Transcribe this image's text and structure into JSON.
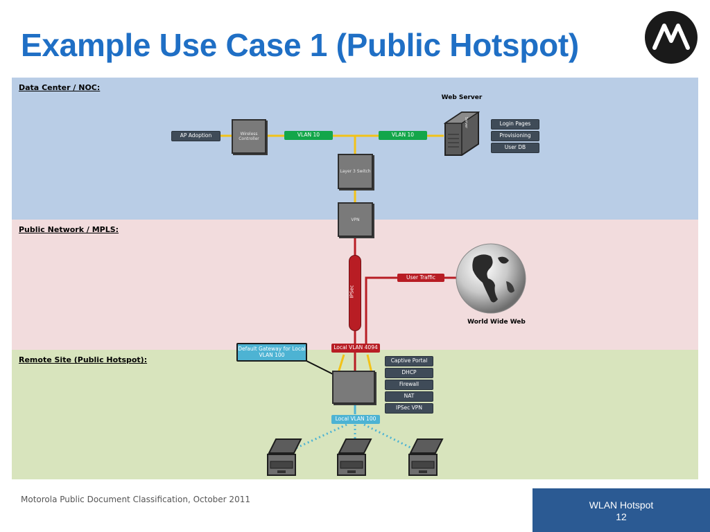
{
  "title": "Example Use Case 1 (Public Hotspot)",
  "zones": {
    "datacenter": "Data Center / NOC:",
    "public": "Public Network / MPLS:",
    "remote": "Remote Site (Public Hotspot):"
  },
  "datacenter": {
    "ap_adoption": "AP Adoption",
    "wireless_controller": "Wireless Controller",
    "vlan_left": "VLAN 10",
    "vlan_right": "VLAN 10",
    "switch": "Layer 3 Switch",
    "vpn": "VPN",
    "web_server_caption": "Web Server",
    "server_label": "Server",
    "services": [
      "Login Pages",
      "Provisioning",
      "User DB"
    ]
  },
  "public": {
    "tunnel_label": "IPSec",
    "user_traffic": "User Traffic",
    "www_caption": "World Wide Web"
  },
  "remote": {
    "gateway_note": "Default Gateway for Local VLAN 100",
    "local_vlan_4094": "Local VLAN 4094",
    "local_vlan_100": "Local VLAN 100",
    "features": [
      "Captive Portal",
      "DHCP",
      "Firewall",
      "NAT",
      "IPSec VPN"
    ]
  },
  "footer": {
    "classification": "Motorola Public Document Classification, October 2011",
    "section": "WLAN Hotspot",
    "page": "12"
  },
  "colors": {
    "title": "#1f6fc5",
    "datacenter_bg": "#b9cde6",
    "public_bg": "#f2dcdd",
    "remote_bg": "#d8e4bd",
    "vlan_green": "#13a64a",
    "ipsec_red": "#b81d24",
    "lan_teal": "#4db3d3",
    "link_yellow": "#f2c218",
    "footer_blue": "#2b5a93"
  },
  "icons": [
    "motorola-logo",
    "globe-icon",
    "laptop-icon",
    "server-icon"
  ]
}
